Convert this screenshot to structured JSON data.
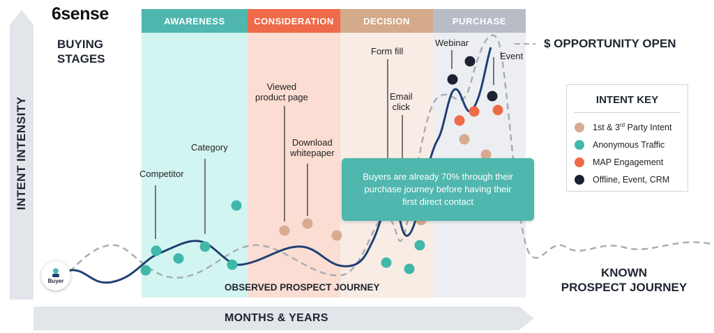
{
  "brand": {
    "logo": "6sense"
  },
  "title": {
    "line1": "BUYING",
    "line2": "STAGES"
  },
  "stages": [
    {
      "label": "AWARENESS",
      "header_color": "#4fb7ae",
      "band_color": "#d3f5f2"
    },
    {
      "label": "CONSIDERATION",
      "header_color": "#ef6a48",
      "band_color": "#fbddd3"
    },
    {
      "label": "DECISION",
      "header_color": "#d4aa8a",
      "band_color": "#f8ece5"
    },
    {
      "label": "PURCHASE",
      "header_color": "#b7bcc6",
      "band_color": "#eceef2"
    }
  ],
  "axes": {
    "y_label": "INTENT INTENSITY",
    "x_label": "MONTHS & YEARS"
  },
  "opportunity": "$ OPPORTUNITY OPEN",
  "annotations": {
    "competitor": "Competitor",
    "category": "Category",
    "viewed_line1": "Viewed",
    "viewed_line2": "product page",
    "download_line1": "Download",
    "download_line2": "whitepaper",
    "form_fill": "Form fill",
    "email_line1": "Email",
    "email_line2": "click",
    "webinar": "Webinar",
    "event": "Event"
  },
  "callout": {
    "line1": "Buyers are already 70% through their",
    "line2": "purchase journey before having their",
    "line3": "first direct contact"
  },
  "observed_label": "OBSERVED PROSPECT JOURNEY",
  "known": {
    "line1": "KNOWN",
    "line2": "PROSPECT JOURNEY"
  },
  "buyer_label": "Buyer",
  "intent_key": {
    "title": "INTENT KEY",
    "items": [
      {
        "label_main": "1st & 3",
        "label_sup": "rd",
        "label_rest": " Party Intent",
        "color": "#d8ab91"
      },
      {
        "label_main": "Anonymous Traffic",
        "label_sup": "",
        "label_rest": "",
        "color": "#3fb8a9"
      },
      {
        "label_main": "MAP Engagement",
        "label_sup": "",
        "label_rest": "",
        "color": "#ef6a48"
      },
      {
        "label_main": "Offline, Event, CRM",
        "label_sup": "",
        "label_rest": "",
        "color": "#1c2231"
      }
    ]
  },
  "colors": {
    "curve": "#1f3f73",
    "dashed": "#a9adb4",
    "callout": "#4fb7ae",
    "arrow": "#e2e5e9"
  }
}
